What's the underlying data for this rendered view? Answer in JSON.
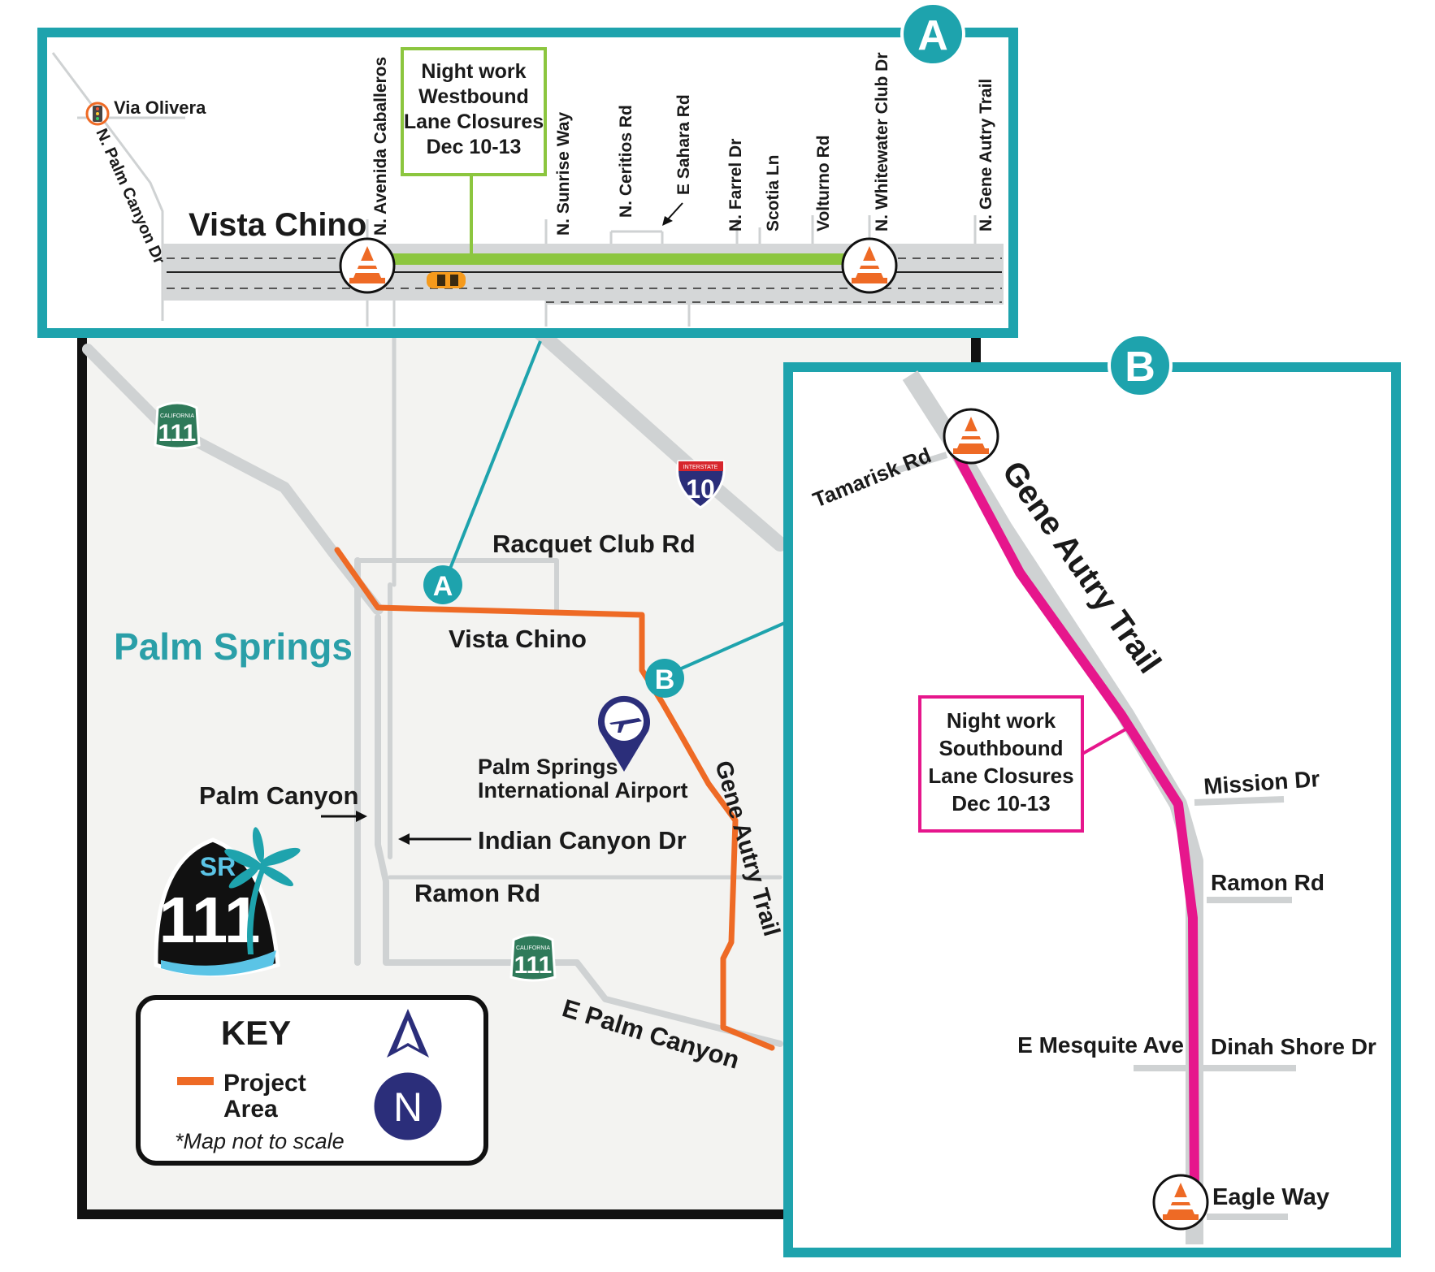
{
  "colors": {
    "teal": "#1ea3ad",
    "project": "#ee6a25",
    "closure_green": "#8cc63f",
    "closure_magenta": "#e6168c",
    "road": "#cfd2d3",
    "navy": "#2b2e7a",
    "shield_green": "#2f7a5a"
  },
  "inset_a": {
    "badge": "A",
    "note": [
      "Night work",
      "Westbound",
      "Lane Closures",
      "Dec 10-13"
    ],
    "main_road": "Vista Chino",
    "streets": {
      "via_olivera": "Via Olivera",
      "palm_canyon": "N. Palm Canyon Dr",
      "avenida_caballeros": "N. Avenida Caballeros",
      "sunrise": "N. Sunrise Way",
      "cerritos": "N. Ceritios Rd",
      "sahara": "E Sahara Rd",
      "farrel": "N. Farrel Dr",
      "scotia": "Scotia Ln",
      "volturno": "Volturno Rd",
      "whitewater": "N. Whitewater Club Dr",
      "gene_autry": "N. Gene Autry Trail"
    },
    "icons": [
      "traffic-signal-icon",
      "traffic-cone-icon",
      "car-icon"
    ]
  },
  "inset_b": {
    "badge": "B",
    "note": [
      "Night work",
      "Southbound",
      "Lane Closures",
      "Dec 10-13"
    ],
    "main_road": "Gene Autry Trail",
    "streets": {
      "tamarisk": "Tamarisk Rd",
      "mission": "Mission Dr",
      "ramon": "Ramon Rd",
      "mesquite": "E Mesquite Ave",
      "dinah_shore": "Dinah Shore Dr",
      "eagle_way": "Eagle Way"
    }
  },
  "main_map": {
    "city": "Palm Springs",
    "racquet_club": "Racquet Club Rd",
    "vista_chino": "Vista Chino",
    "gene_autry": "Gene Autry Trail",
    "airport": [
      "Palm Springs",
      "International Airport"
    ],
    "palm_canyon": "Palm Canyon",
    "indian_canyon": "Indian Canyon Dr",
    "ramon": "Ramon Rd",
    "e_palm_canyon": "E Palm Canyon",
    "marker_a": "A",
    "marker_b": "B",
    "shield_state_top": "CALIFORNIA",
    "shield_state_num": "111",
    "shield_interstate_top": "INTERSTATE",
    "shield_interstate_num": "10",
    "sr_logo_top": "SR",
    "sr_logo_num": "111"
  },
  "key": {
    "title": "KEY",
    "project_line1": "Project",
    "project_line2": "Area",
    "scale_note": "*Map not to scale",
    "north": "N"
  }
}
